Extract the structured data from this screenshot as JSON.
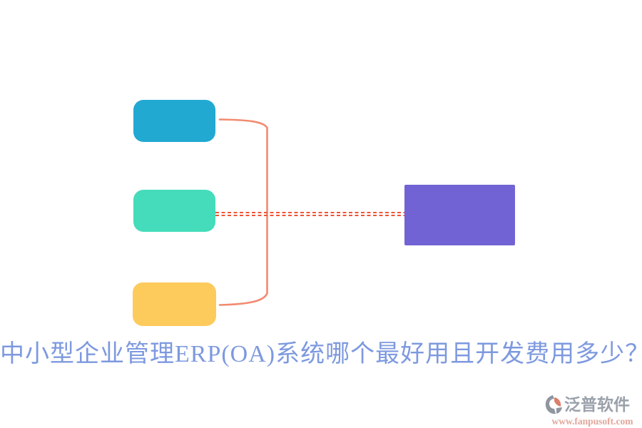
{
  "page": {
    "background_color": "#ffffff",
    "title": {
      "text": "中小型企业管理ERP(OA)系统哪个最好用且开发费用多少？",
      "color": "#7d99df"
    }
  },
  "diagram": {
    "nodes": [
      {
        "id": "topic-blue",
        "position": "top-left",
        "color": "#21a9d2",
        "label": ""
      },
      {
        "id": "topic-teal",
        "position": "middle-left",
        "color": "#44dcba",
        "label": ""
      },
      {
        "id": "topic-yellow",
        "position": "bottom-left",
        "color": "#fdca5c",
        "label": ""
      },
      {
        "id": "summary-purple",
        "position": "right",
        "color": "#7263d5",
        "label": ""
      }
    ],
    "connectors": {
      "bracket_color": "#f28a70",
      "bracket_description": "curly bracket joining blue and yellow nodes",
      "dashed_color": "#ee5636",
      "dashed_description": "double dashed line from teal node to purple node"
    }
  },
  "watermark": {
    "brand": "泛普软件",
    "brand_color": "#9aa1aa",
    "url": "www.fanpusoft.com",
    "url_color": "#e2a79b",
    "icon_gray": "#8f96a0",
    "icon_salmon": "#d9806b"
  }
}
